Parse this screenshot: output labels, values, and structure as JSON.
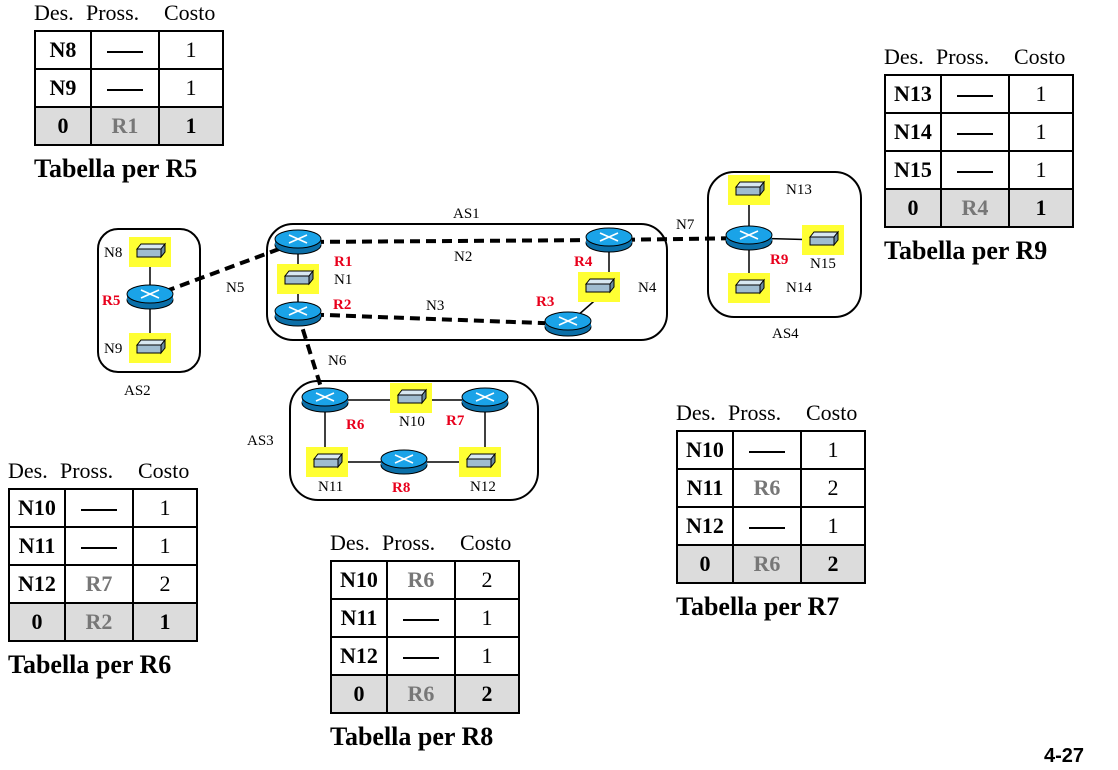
{
  "headers": {
    "dest": "Des.",
    "next": "Pross.",
    "cost": "Costo"
  },
  "tables": [
    {
      "id": "r5",
      "title": "Tabella per R5",
      "rows": [
        {
          "dest": "N8",
          "next": "—",
          "cost": "1"
        },
        {
          "dest": "N9",
          "next": "—",
          "cost": "1"
        },
        {
          "dest": "0",
          "next": "R1",
          "cost": "1",
          "default": true
        }
      ]
    },
    {
      "id": "r9",
      "title": "Tabella per R9",
      "rows": [
        {
          "dest": "N13",
          "next": "—",
          "cost": "1"
        },
        {
          "dest": "N14",
          "next": "—",
          "cost": "1"
        },
        {
          "dest": "N15",
          "next": "—",
          "cost": "1"
        },
        {
          "dest": "0",
          "next": "R4",
          "cost": "1",
          "default": true
        }
      ]
    },
    {
      "id": "r7",
      "title": "Tabella per R7",
      "rows": [
        {
          "dest": "N10",
          "next": "—",
          "cost": "1"
        },
        {
          "dest": "N11",
          "next": "R6",
          "cost": "2"
        },
        {
          "dest": "N12",
          "next": "—",
          "cost": "1"
        },
        {
          "dest": "0",
          "next": "R6",
          "cost": "2",
          "default": true
        }
      ]
    },
    {
      "id": "r6",
      "title": "Tabella per R6",
      "rows": [
        {
          "dest": "N10",
          "next": "—",
          "cost": "1"
        },
        {
          "dest": "N11",
          "next": "—",
          "cost": "1"
        },
        {
          "dest": "N12",
          "next": "R7",
          "cost": "2"
        },
        {
          "dest": "0",
          "next": "R2",
          "cost": "1",
          "default": true
        }
      ]
    },
    {
      "id": "r8",
      "title": "Tabella per R8",
      "rows": [
        {
          "dest": "N10",
          "next": "R6",
          "cost": "2"
        },
        {
          "dest": "N11",
          "next": "—",
          "cost": "1"
        },
        {
          "dest": "N12",
          "next": "—",
          "cost": "1"
        },
        {
          "dest": "0",
          "next": "R6",
          "cost": "2",
          "default": true
        }
      ]
    }
  ],
  "autonomous_systems": {
    "as1": "AS1",
    "as2": "AS2",
    "as3": "AS3",
    "as4": "AS4"
  },
  "routers": {
    "r1": "R1",
    "r2": "R2",
    "r3": "R3",
    "r4": "R4",
    "r5": "R5",
    "r6": "R6",
    "r7": "R7",
    "r8": "R8",
    "r9": "R9"
  },
  "networks": {
    "n1": "N1",
    "n2": "N2",
    "n3": "N3",
    "n4": "N4",
    "n5": "N5",
    "n6": "N6",
    "n7": "N7",
    "n8": "N8",
    "n9": "N9",
    "n10": "N10",
    "n11": "N11",
    "n12": "N12",
    "n13": "N13",
    "n14": "N14",
    "n15": "N15"
  },
  "slide_number": "4-27",
  "colors": {
    "router_label": "#e8001c",
    "router_fill": "#1aa3e8",
    "switch_highlight": "#ffff00",
    "default_row_bg": "#dcdcdc",
    "next_hop_gray": "#777777"
  },
  "icons": {
    "router": "router-icon",
    "switch": "switch-icon"
  }
}
